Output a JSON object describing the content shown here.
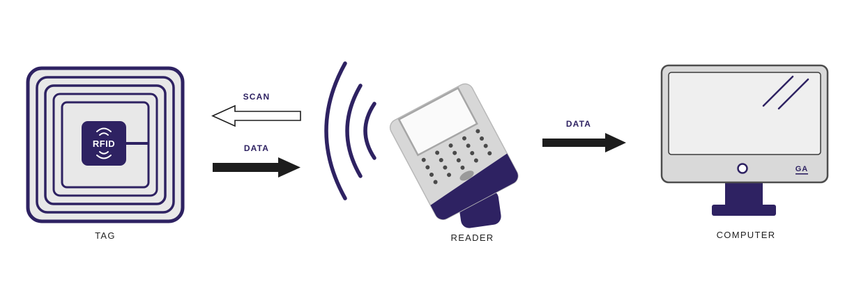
{
  "diagram": {
    "nodes": {
      "tag": {
        "label": "TAG",
        "chip_text": "RFID"
      },
      "reader": {
        "label": "READER"
      },
      "computer": {
        "label": "COMPUTER",
        "logo_text": "GA"
      }
    },
    "flows": {
      "scan": {
        "label": "SCAN",
        "direction": "left",
        "style": "outline"
      },
      "data_tag_to_reader": {
        "label": "DATA",
        "direction": "right",
        "style": "solid"
      },
      "data_reader_to_computer": {
        "label": "DATA",
        "direction": "right",
        "style": "solid"
      }
    },
    "colors": {
      "accent_purple": "#2e2262",
      "arrow_black": "#1d1d1d",
      "device_gray": "#d9d9d9",
      "background": "#ffffff"
    }
  }
}
